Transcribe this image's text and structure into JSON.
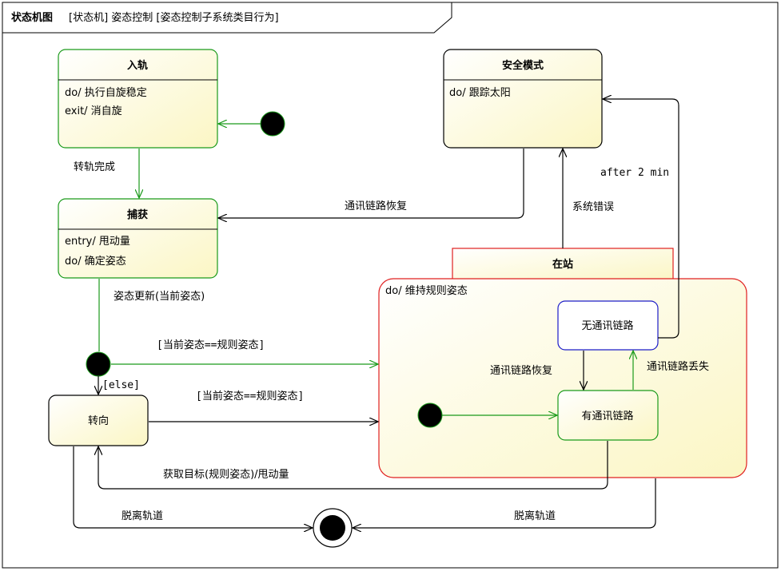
{
  "header": {
    "kind": "状态机图",
    "text": "[状态机] 姿态控制 [姿态控制子系统类目行为]"
  },
  "states": {
    "orbit_entry": {
      "name": "入轨",
      "actions": [
        "do/ 执行自旋稳定",
        "exit/ 消自旋"
      ]
    },
    "capture": {
      "name": "捕获",
      "actions": [
        "entry/ 甩动量",
        "do/ 确定姿态"
      ]
    },
    "safe_mode": {
      "name": "安全模式",
      "actions": [
        "do/ 跟踪太阳"
      ]
    },
    "on_station": {
      "name": "在站",
      "actions": [
        "do/ 维持规则姿态"
      ]
    },
    "turning": {
      "name": "转向"
    },
    "no_link": {
      "name": "无通讯链路"
    },
    "has_link": {
      "name": "有通讯链路"
    }
  },
  "transitions": {
    "orbit_done": "转轨完成",
    "link_restored_top": "通讯链路恢复",
    "system_error": "系统错误",
    "after_2min": "after 2 min",
    "attitude_update": "姿态更新(当前姿态)",
    "guard_equal_1": "[当前姿态==规则姿态]",
    "guard_else": "[else]",
    "guard_equal_2": "[当前姿态==规则姿态]",
    "link_restored_inner": "通讯链路恢复",
    "link_lost": "通讯链路丢失",
    "get_target": "获取目标(规则姿态)/甩动量",
    "deorbit_left": "脱离轨道",
    "deorbit_right": "脱离轨道"
  },
  "colors": {
    "state_fill_light": "#fffff4",
    "state_fill_dark": "#fdf8c8",
    "green": "#1a9a1a",
    "red": "#e02020",
    "blue": "#1c1cc8",
    "black": "#000000"
  }
}
